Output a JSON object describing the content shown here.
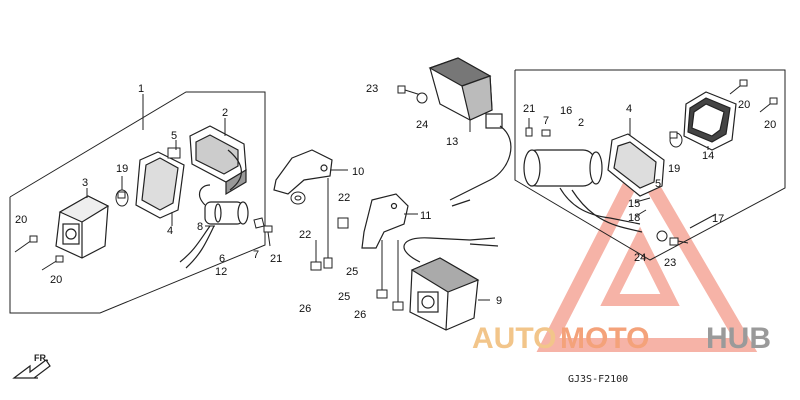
{
  "diagram": {
    "labels": {
      "l1": "1",
      "l2a": "2",
      "l3": "3",
      "l4a": "4",
      "l5a": "5",
      "l6": "6",
      "l7a": "7",
      "l8": "8",
      "l12": "12",
      "l19a": "19",
      "l20a": "20",
      "l20b": "20",
      "l21a": "21",
      "l10": "10",
      "l11": "11",
      "l22a": "22",
      "l22b": "22",
      "l25a": "25",
      "l25b": "25",
      "l26a": "26",
      "l26b": "26",
      "l9": "9",
      "l13": "13",
      "l23a": "23",
      "l24a": "24",
      "l21b": "21",
      "l7b": "7",
      "l16": "16",
      "l2b": "2",
      "l4b": "4",
      "l19b": "19",
      "l14": "14",
      "l20c": "20",
      "l20d": "20",
      "l5b": "5",
      "l15": "15",
      "l18": "18",
      "l17": "17",
      "l24b": "24",
      "l23b": "23"
    },
    "front_marker": "FR.",
    "diagram_code": "GJ3S-F2100"
  },
  "watermark": {
    "part1": "AUTO",
    "part2": "MOTO",
    "part3": "HUB",
    "color_light": "#f2c58a",
    "color_red": "#f4a27a",
    "color_gray": "#9a9a9a"
  }
}
